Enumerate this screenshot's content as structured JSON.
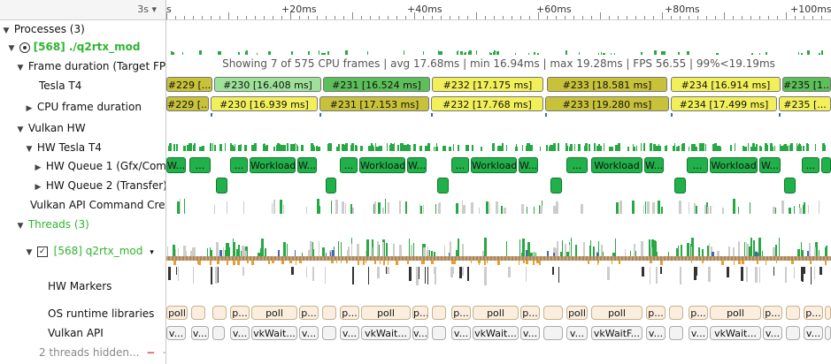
{
  "zoom_label": "3s",
  "ruler": {
    "ticks": [
      "+20ms",
      "+40ms",
      "+60ms",
      "+80ms",
      "+100ms"
    ],
    "left_label": "s"
  },
  "tree": {
    "processes": "Processes (3)",
    "process_name": "[568] ./q2rtx_mod",
    "frame_duration": "Frame duration (Target FPS",
    "tesla_t4": "Tesla T4",
    "cpu_frame_duration": "CPU frame duration",
    "vulkan_hw": "Vulkan HW",
    "hw_tesla_t4": "HW Tesla T4",
    "hw_queue_1": "HW Queue 1 (Gfx/Comp",
    "hw_queue_2": "HW Queue 2 (Transfer)",
    "vulkan_api_cmd": "Vulkan API Command Crea",
    "threads": "Threads (3)",
    "thread_name": "[568] q2rtx_mod",
    "hw_markers": "HW Markers",
    "os_runtime": "OS runtime libraries",
    "vulkan_api": "Vulkan API",
    "threads_hidden": "2 threads hidden...",
    "hidden_minus": "−",
    "hidden_plus": "+"
  },
  "summary": "Showing 7 of 575 CPU frames | avg 17.68ms | min 16.94ms | max 19.28ms | FPS 56.55 | 99%<19.19ms",
  "gpu_frames": [
    "#229 [...",
    "#230 [16.408 ms]",
    "#231 [16.524 ms]",
    "#232 [17.175 ms]",
    "#233 [18.581 ms]",
    "#234 [16.914 ms]",
    "#235 [1..."
  ],
  "cpu_frames": [
    "#229 [...",
    "#230 [16.939 ms]",
    "#231 [17.153 ms]",
    "#232 [17.768 ms]",
    "#233 [19.280 ms]",
    "#234 [17.499 ms]",
    "#235 [..."
  ],
  "workload_label": "Workload",
  "workload_short": "W...",
  "ellipsis": "...",
  "poll": "poll",
  "poll_short": "p...",
  "poll_short2": "poll",
  "vk_wait": "vkWait...",
  "vk_wait_f": "vkWaitF...",
  "v_short": "v..."
}
